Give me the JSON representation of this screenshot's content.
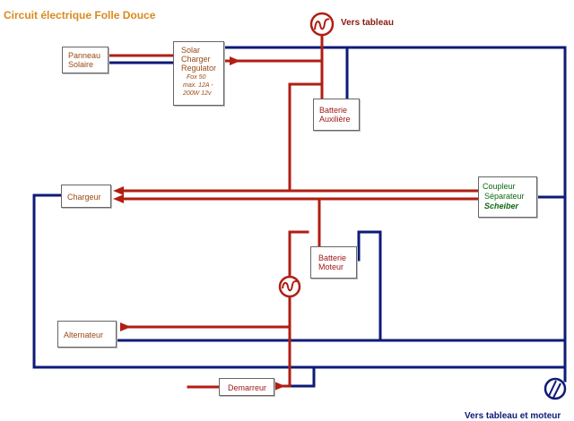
{
  "title": "Circuit électrique Folle Douce",
  "labels": {
    "vers_tableau": "Vers tableau",
    "vers_tableau_moteur": "Vers tableau et moteur"
  },
  "components": {
    "panneau": [
      "Panneau",
      "Solaire"
    ],
    "regulator": [
      "Solar",
      "Charger",
      "Regulator"
    ],
    "regulator_specs": [
      "Fox 50",
      "max. 12A -",
      "200W 12v"
    ],
    "batterie_aux": [
      "Batterie",
      "Auxilière"
    ],
    "chargeur": "Chargeur",
    "coupleur": [
      "Coupleur",
      "Séparateur"
    ],
    "coupleur_brand": "Scheiber",
    "batterie_moteur": [
      "Batterie",
      "Moteur"
    ],
    "alternateur": "Alternateur",
    "demarreur": "Demarreur"
  },
  "colors": {
    "title": "#d98a1e",
    "positive_wire": "#b01e14",
    "negative_wire": "#0e1a78",
    "label_text": "#9a4a14",
    "coupleur_text": "#0d6a10"
  },
  "icons": [
    "fuse-icon",
    "fuse-icon",
    "ground-icon"
  ]
}
